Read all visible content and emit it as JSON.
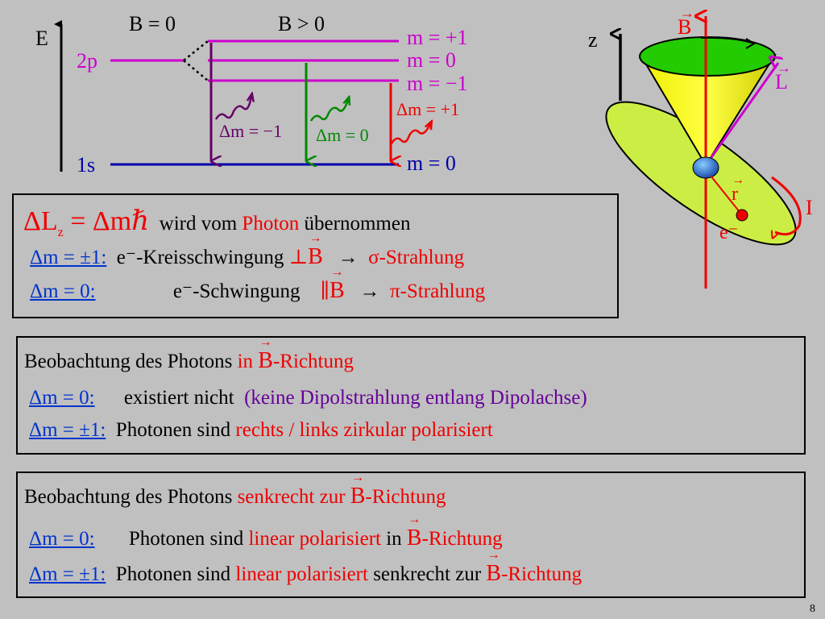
{
  "energy_diagram": {
    "e_axis_label": "E",
    "col_b0": "B = 0",
    "col_bgt0": "B > 0",
    "level_2p": "2p",
    "level_1s": "1s",
    "m_plus1": "m = +1",
    "m_zero": "m = 0",
    "m_minus1": "m = −1",
    "m_ground": "m = 0",
    "dm_minus1": "Δm = −1",
    "dm_zero": "Δm = 0",
    "dm_plus1": "Δm = +1",
    "colors": {
      "upper": "#cc00cc",
      "lower": "#0000aa",
      "purple_arrow": "#660066",
      "green_arrow": "#008800",
      "red_arrow": "#ee0000"
    }
  },
  "precession": {
    "z_label": "z",
    "b_label": "B",
    "l_label": "L",
    "r_label": "r",
    "i_label": "I",
    "e_label": "e⁻"
  },
  "box1": {
    "lhs": "ΔL",
    "lhs_sub": "z",
    "rhs": " = Δmℏ",
    "t1": "wird vom",
    "photon": "Photon",
    "t2": "übernommen",
    "r2_label": "Δm = ±1:",
    "r2_text": "e⁻-Kreisschwingung",
    "r2_sym": "⊥",
    "r2_b": "B",
    "r2_arrow": "→",
    "r2_result": "σ-Strahlung",
    "r3_label": "Δm = 0:",
    "r3_text": "e⁻-Schwingung",
    "r3_sym": "∥",
    "r3_b": "B",
    "r3_arrow": "→",
    "r3_result": "π-Strahlung"
  },
  "box2": {
    "h1": "Beobachtung des Photons ",
    "h_in": "in ",
    "h_b": "B",
    "h_rest": "-Richtung",
    "r1_label": "Δm = 0:",
    "r1_text": "existiert nicht",
    "r1_note": "(keine Dipolstrahlung entlang Dipolachse)",
    "r2_label": "Δm = ±1:",
    "r2_text": "Photonen sind ",
    "r2_red": "rechts / links zirkular polarisiert"
  },
  "box3": {
    "h1": "Beobachtung des Photons ",
    "h_red": "senkrecht zur ",
    "h_b": "B",
    "h_rest": "-Richtung",
    "r1_label": "Δm = 0:",
    "r1_text": "Photonen sind ",
    "r1_red": "linear polarisiert",
    "r1_mid": " in ",
    "r1_b": "B",
    "r1_rest": "-Richtung",
    "r2_label": "Δm = ±1:",
    "r2_text": "Photonen sind ",
    "r2_red": "linear polarisiert",
    "r2_mid": " senkrecht zur ",
    "r2_b": "B",
    "r2_rest": "-Richtung"
  },
  "page_number": "8"
}
